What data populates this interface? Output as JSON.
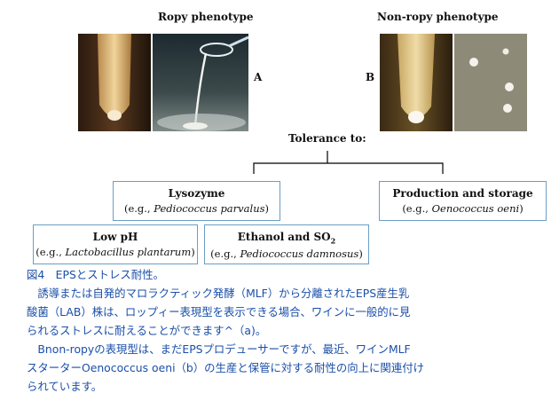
{
  "figure": {
    "panel_a": {
      "title": "Ropy phenotype",
      "letter": "A"
    },
    "panel_b": {
      "title": "Non-ropy phenotype",
      "letter": "B"
    },
    "tolerance_label": "Tolerance to:",
    "boxes": [
      {
        "id": "lysozyme",
        "title": "Lysozyme",
        "eg_prefix": "(e.g., ",
        "organism": "Pediococcus parvalus",
        "eg_suffix": ")"
      },
      {
        "id": "production",
        "title": "Production and storage",
        "eg_prefix": "(e.g., ",
        "organism": "Oenococcus oeni",
        "eg_suffix": ")"
      },
      {
        "id": "lowph",
        "title": "Low pH",
        "eg_prefix": "(e.g., ",
        "organism": "Lactobacillus plantarum",
        "eg_suffix": ")"
      },
      {
        "id": "ethanol",
        "title": "Ethanol and SO",
        "title_sub": "2",
        "eg_prefix": "(e.g., ",
        "organism": "Pediococcus damnosus",
        "eg_suffix": ")"
      }
    ]
  },
  "caption": {
    "line1": "図4　EPSとストレス耐性。",
    "line2": "　誘導または自発的マロラクティック発酵（MLF）から分離されたEPS産生乳",
    "line3": "酸菌（LAB）株は、ロップィー表現型を表示できる場合、ワインに一般的に見",
    "line4": "られるストレスに耐えることができます^（a)。",
    "line5": "　Bnon-ropyの表現型は、まだEPSプロデューサーですが、最近、ワインMLF",
    "line6": "スターターOenococcus oeni（b）の生産と保管に対する耐性の向上に関連付け",
    "line7": "られています。"
  }
}
